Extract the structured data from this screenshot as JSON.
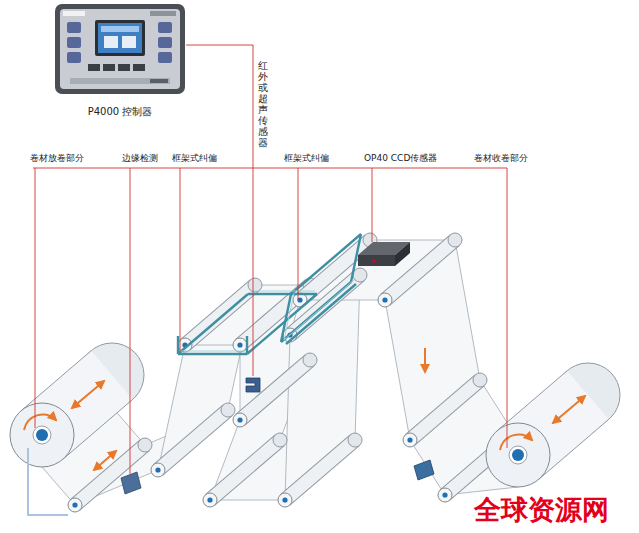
{
  "diagram": {
    "nodes": [
      {
        "text": [
          "P4000 控制器"
        ]
      }
    ],
    "labels": [
      "红外或超声传感器",
      "卷材放卷部分",
      "边缘检测",
      "框架式纠偏",
      "框架式纠偏",
      "OP40 CCD传感器",
      "卷材收卷部分",
      "全球资源网"
    ]
  }
}
